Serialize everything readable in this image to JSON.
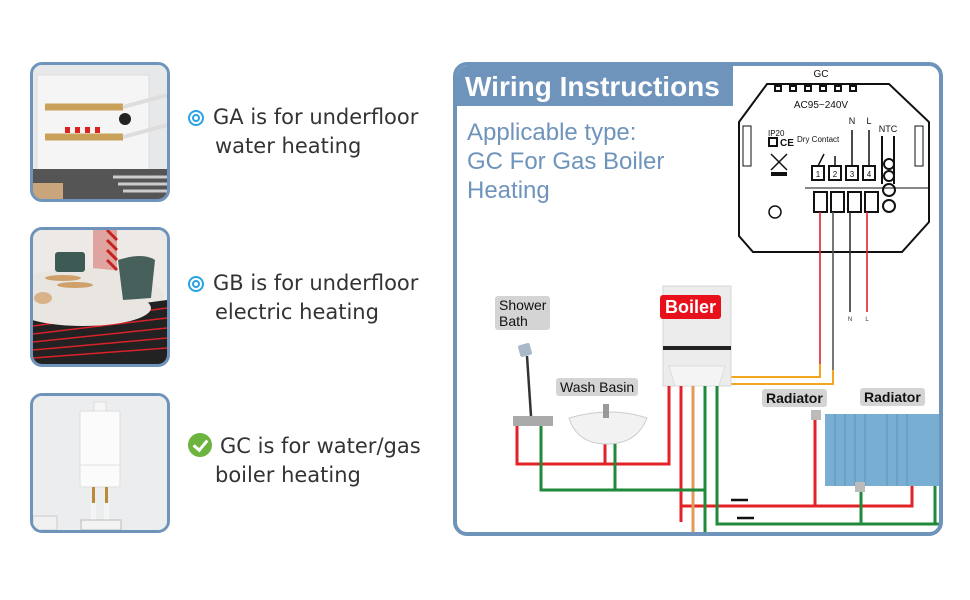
{
  "types": [
    {
      "code": "GA",
      "line1": "GA is for underfloor",
      "line2": "water heating",
      "marker": "ring-bullet-icon",
      "selected": false,
      "image": "water-manifold-photo"
    },
    {
      "code": "GB",
      "line1": "GB is for underfloor",
      "line2": "electric heating",
      "marker": "ring-bullet-icon",
      "selected": false,
      "image": "electric-floor-photo"
    },
    {
      "code": "GC",
      "line1": "GC is for water/gas",
      "line2": "boiler heating",
      "marker": "check-circle-icon",
      "selected": true,
      "image": "gas-boiler-photo"
    }
  ],
  "panel": {
    "title": "Wiring Instructions",
    "subtitle_lines": [
      "Applicable type:",
      "GC For Gas Boiler",
      "Heating"
    ],
    "thermostat": {
      "model": "GC",
      "voltage": "AC95~240V",
      "ip_rating": "IP20",
      "ce_mark": "CE",
      "dry_contact": "Dry Contact",
      "terminal_n": "N",
      "terminal_l": "L",
      "ntc": "NTC",
      "terminals": [
        "1",
        "2",
        "3",
        "4"
      ]
    },
    "wire_labels": {
      "n": "N",
      "l": "L"
    },
    "fixtures": {
      "shower_line1": "Shower",
      "shower_line2": "Bath",
      "wash_basin": "Wash Basin",
      "boiler": "Boiler",
      "radiator_1": "Radiator",
      "radiator_2": "Radiator"
    },
    "colors": {
      "hot": "#e32227",
      "return": "#1e8a3a",
      "gas": "#e39a55",
      "signal": "#f2a51d",
      "neutral": "#333333",
      "accent": "#6f94bb"
    }
  }
}
